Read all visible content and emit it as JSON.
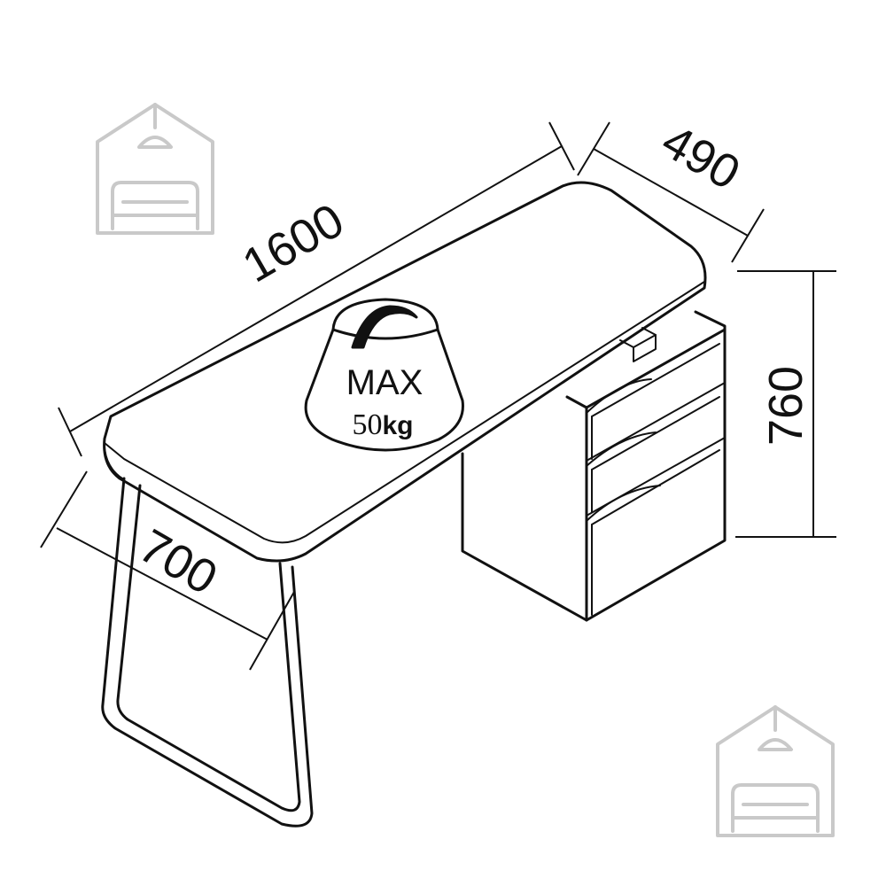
{
  "dimensions": {
    "width": "1600",
    "depth": "490",
    "height": "760",
    "leg_depth": "700"
  },
  "load_label": {
    "line1": "MAX",
    "line2_number": "50",
    "line2_unit": "kg"
  },
  "icons": [
    "house-sofa-watermark-icon",
    "weight-icon"
  ],
  "colors": {
    "line": "#111111",
    "watermark": "#c9c9c9",
    "background": "#ffffff"
  }
}
